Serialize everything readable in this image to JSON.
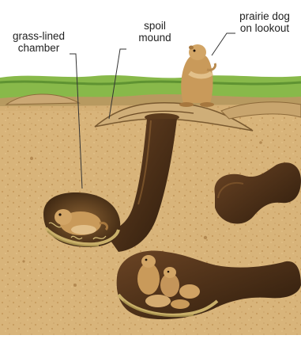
{
  "labels": {
    "chamber": {
      "line1": "grass-lined",
      "line2": "chamber"
    },
    "spoil": {
      "line1": "spoil",
      "line2": "mound"
    },
    "lookout": {
      "line1": "prairie dog",
      "line2": "on lookout"
    }
  },
  "colors": {
    "sky": "#ffffff",
    "grass": "#7fb446",
    "soil": "#d9b57c",
    "tunnel": "#4a3018",
    "prairie_dog": "#c89a5c",
    "leader_line": "#333333"
  }
}
